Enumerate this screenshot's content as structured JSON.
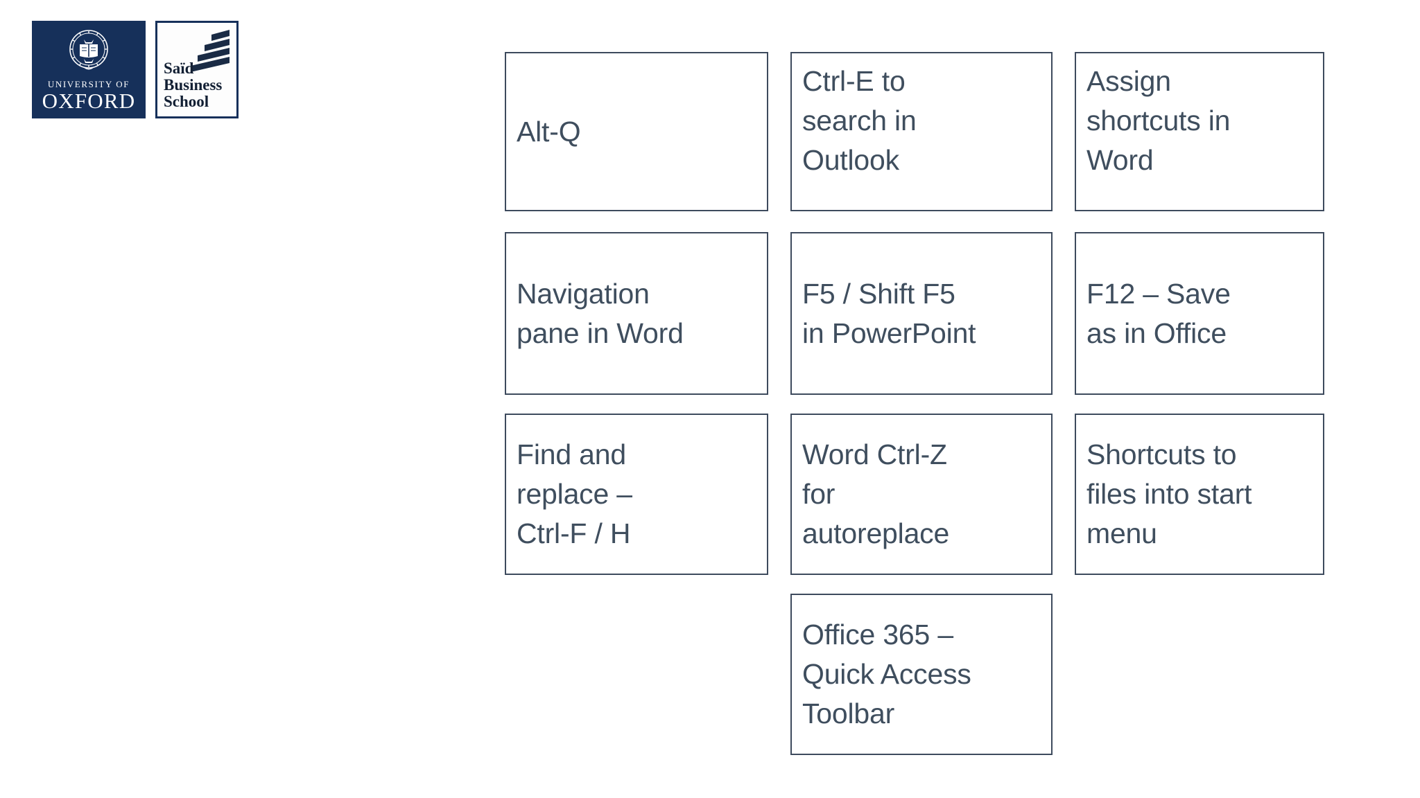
{
  "slide": {
    "background_color": "#ffffff",
    "accent_color": "#16305a",
    "text_color": "#3f4e5e",
    "border_color": "#3d4a5d"
  },
  "logo": {
    "oxford": {
      "name": "university-of-oxford-logo",
      "line1": "UNIVERSITY OF",
      "line2": "OXFORD",
      "background_color": "#16305a"
    },
    "said_business_school": {
      "name": "said-business-school-logo",
      "line1": "Saïd",
      "line2": "Business",
      "line3": "School",
      "border_color": "#16305a"
    }
  },
  "cards": [
    {
      "id": "alt-q",
      "row": 1,
      "col": 1,
      "label": "Alt-Q",
      "align": "center"
    },
    {
      "id": "ctrl-e-outlook",
      "row": 1,
      "col": 2,
      "label": "Ctrl-E to\nsearch in\nOutlook",
      "align": "top"
    },
    {
      "id": "assign-shortcuts-word",
      "row": 1,
      "col": 3,
      "label": "Assign\nshortcuts in\nWord",
      "align": "top"
    },
    {
      "id": "navigation-pane-word",
      "row": 2,
      "col": 1,
      "label": "Navigation\npane in Word",
      "align": "center"
    },
    {
      "id": "f5-shift-f5-powerpoint",
      "row": 2,
      "col": 2,
      "label": "F5 / Shift F5\nin PowerPoint",
      "align": "center"
    },
    {
      "id": "f12-save-as-office",
      "row": 2,
      "col": 3,
      "label": "F12 – Save\nas in Office",
      "align": "center"
    },
    {
      "id": "find-and-replace",
      "row": 3,
      "col": 1,
      "label": "Find and\nreplace –\nCtrl-F / H",
      "align": "center"
    },
    {
      "id": "word-ctrl-z",
      "row": 3,
      "col": 2,
      "label": "Word Ctrl-Z\nfor\nautoreplace",
      "align": "center"
    },
    {
      "id": "shortcuts-start-menu",
      "row": 3,
      "col": 3,
      "label": "Shortcuts to\nfiles into start\nmenu",
      "align": "center"
    },
    {
      "id": "office-365-qat",
      "row": 4,
      "col": 2,
      "label": "Office 365 –\nQuick Access\nToolbar",
      "align": "center"
    }
  ]
}
